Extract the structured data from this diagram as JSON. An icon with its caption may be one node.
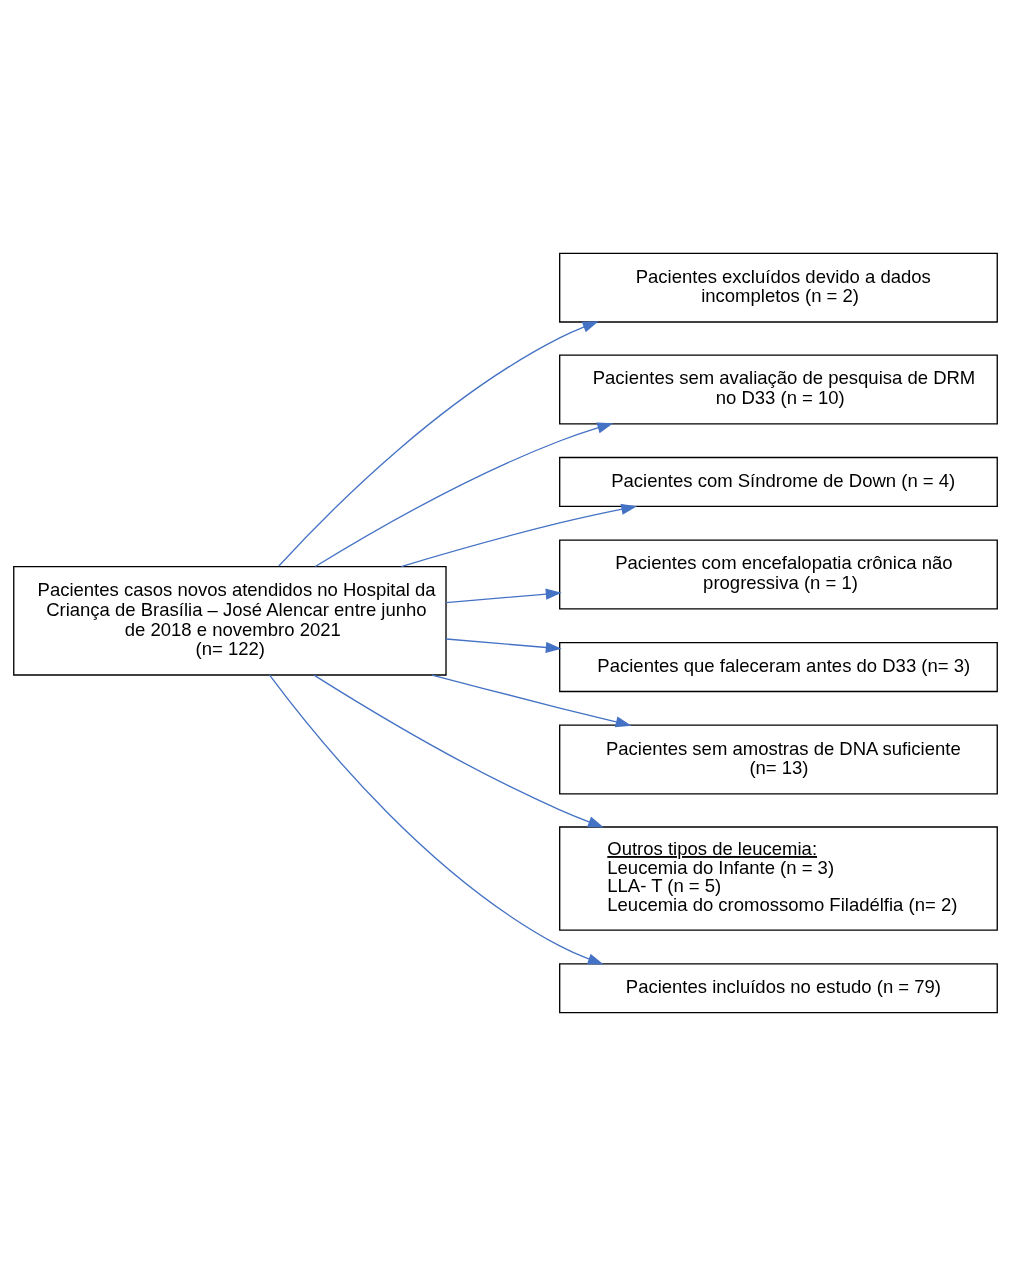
{
  "diagram": {
    "nodes": [
      {
        "text": [
          "Pacientes casos novos atendidos no Hospital da Criança de Brasília – José Alencar entre junho de 2018 e novembro 2021",
          "(n= 122)"
        ]
      },
      {
        "text": [
          "Pacientes excluídos devido a dados incompletos (n = 2)"
        ]
      },
      {
        "text": [
          "Pacientes sem avaliação de pesquisa de DRM no D33 (n = 10)"
        ]
      },
      {
        "text": [
          "Pacientes com Síndrome de Down (n = 4)"
        ]
      },
      {
        "text": [
          "Pacientes com encefalopatia crônica não progressiva (n = 1)"
        ]
      },
      {
        "text": [
          "Pacientes que faleceram antes do D33 (n= 3)"
        ]
      },
      {
        "text": [
          "Pacientes sem amostras de DNA suficiente",
          "(n= 13)"
        ]
      },
      {
        "text": [
          "Outros tipos de leucemia:",
          "Leucemia do Infante (n = 3)",
          "LLA- T (n = 5)",
          "Leucemia do cromossomo Filadélfia (n= 2)"
        ]
      },
      {
        "text": [
          "Pacientes incluídos no estudo (n = 79)"
        ]
      }
    ],
    "edges": [
      {
        "from": 0,
        "to": 1,
        "arrow": "to"
      },
      {
        "from": 0,
        "to": 2,
        "arrow": "to"
      },
      {
        "from": 0,
        "to": 3,
        "arrow": "to"
      },
      {
        "from": 0,
        "to": 4,
        "arrow": "to"
      },
      {
        "from": 0,
        "to": 5,
        "arrow": "to"
      },
      {
        "from": 0,
        "to": 6,
        "arrow": "to"
      },
      {
        "from": 0,
        "to": 7,
        "arrow": "to"
      },
      {
        "from": 0,
        "to": 8,
        "arrow": "to"
      }
    ]
  }
}
